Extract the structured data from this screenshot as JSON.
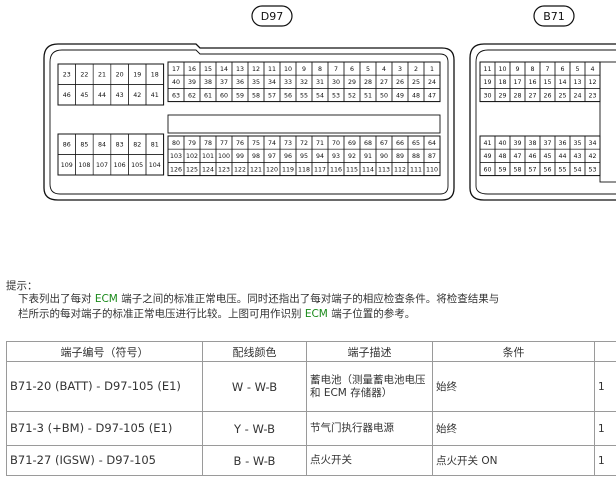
{
  "connectors": {
    "d97": {
      "label": "D97",
      "groups": [
        {
          "name": "upper-left",
          "rows": [
            [
              "23",
              "22",
              "21",
              "20",
              "19",
              "18"
            ],
            [
              "46",
              "45",
              "44",
              "43",
              "42",
              "41"
            ]
          ]
        },
        {
          "name": "upper-right",
          "rows": [
            [
              "17",
              "16",
              "15",
              "14",
              "13",
              "12",
              "11",
              "10",
              "9",
              "8",
              "7",
              "6",
              "5",
              "4",
              "3",
              "2",
              "1"
            ],
            [
              "40",
              "39",
              "38",
              "37",
              "36",
              "35",
              "34",
              "33",
              "32",
              "31",
              "30",
              "29",
              "28",
              "27",
              "26",
              "25",
              "24"
            ],
            [
              "63",
              "62",
              "61",
              "60",
              "59",
              "58",
              "57",
              "56",
              "55",
              "54",
              "53",
              "52",
              "51",
              "50",
              "49",
              "48",
              "47"
            ]
          ]
        },
        {
          "name": "lower-left",
          "rows": [
            [
              "86",
              "85",
              "84",
              "83",
              "82",
              "81"
            ],
            [
              "109",
              "108",
              "107",
              "106",
              "105",
              "104"
            ]
          ]
        },
        {
          "name": "lower-right",
          "rows": [
            [
              "80",
              "79",
              "78",
              "77",
              "76",
              "75",
              "74",
              "73",
              "72",
              "71",
              "70",
              "69",
              "68",
              "67",
              "66",
              "65",
              "64"
            ],
            [
              "103",
              "102",
              "101",
              "100",
              "99",
              "98",
              "97",
              "96",
              "95",
              "94",
              "93",
              "92",
              "91",
              "90",
              "89",
              "88",
              "87"
            ],
            [
              "126",
              "125",
              "124",
              "123",
              "122",
              "121",
              "120",
              "119",
              "118",
              "117",
              "116",
              "115",
              "114",
              "113",
              "112",
              "111",
              "110"
            ]
          ]
        }
      ]
    },
    "b71": {
      "label": "B71",
      "groups": [
        {
          "name": "upper",
          "rows": [
            [
              "11",
              "10",
              "9",
              "8",
              "7",
              "6",
              "5",
              "4"
            ],
            [
              "19",
              "18",
              "17",
              "16",
              "15",
              "14",
              "13",
              "12"
            ],
            [
              "30",
              "29",
              "28",
              "27",
              "26",
              "25",
              "24",
              "23"
            ]
          ]
        },
        {
          "name": "lower",
          "rows": [
            [
              "41",
              "40",
              "39",
              "38",
              "37",
              "36",
              "35",
              "34"
            ],
            [
              "49",
              "48",
              "47",
              "46",
              "45",
              "44",
              "43",
              "42"
            ],
            [
              "60",
              "59",
              "58",
              "57",
              "56",
              "55",
              "54",
              "53"
            ]
          ]
        }
      ]
    }
  },
  "hint": {
    "label": "提示：",
    "line1_pre": "下表列出了每对 ",
    "line1_ecm": "ECM",
    "line1_post": " 端子之间的标准正常电压。同时还指出了每对端子的相应检查条件。将检查结果与",
    "line2_pre": "栏所示的每对端子的标准正常电压进行比较。上图可用作识别 ",
    "line2_ecm": "ECM",
    "line2_post": " 端子位置的参考。"
  },
  "table": {
    "headers": [
      "端子编号（符号）",
      "配线颜色",
      "端子描述",
      "条件",
      ""
    ],
    "rows": [
      {
        "terminal": "B71-20 (BATT) - D97-105 (E1)",
        "color": "W - W-B",
        "desc": "蓄电池（测量蓄电池电压和 ECM 存储器）",
        "cond": "始终",
        "std": "1"
      },
      {
        "terminal": "B71-3 (+BM) - D97-105 (E1)",
        "color": "Y - W-B",
        "desc": "节气门执行器电源",
        "cond": "始终",
        "std": "1"
      },
      {
        "terminal": "B71-27 (IGSW) - D97-105",
        "color": "B - W-B",
        "desc": "点火开关",
        "cond": "点火开关 ON",
        "std": "1"
      }
    ]
  }
}
